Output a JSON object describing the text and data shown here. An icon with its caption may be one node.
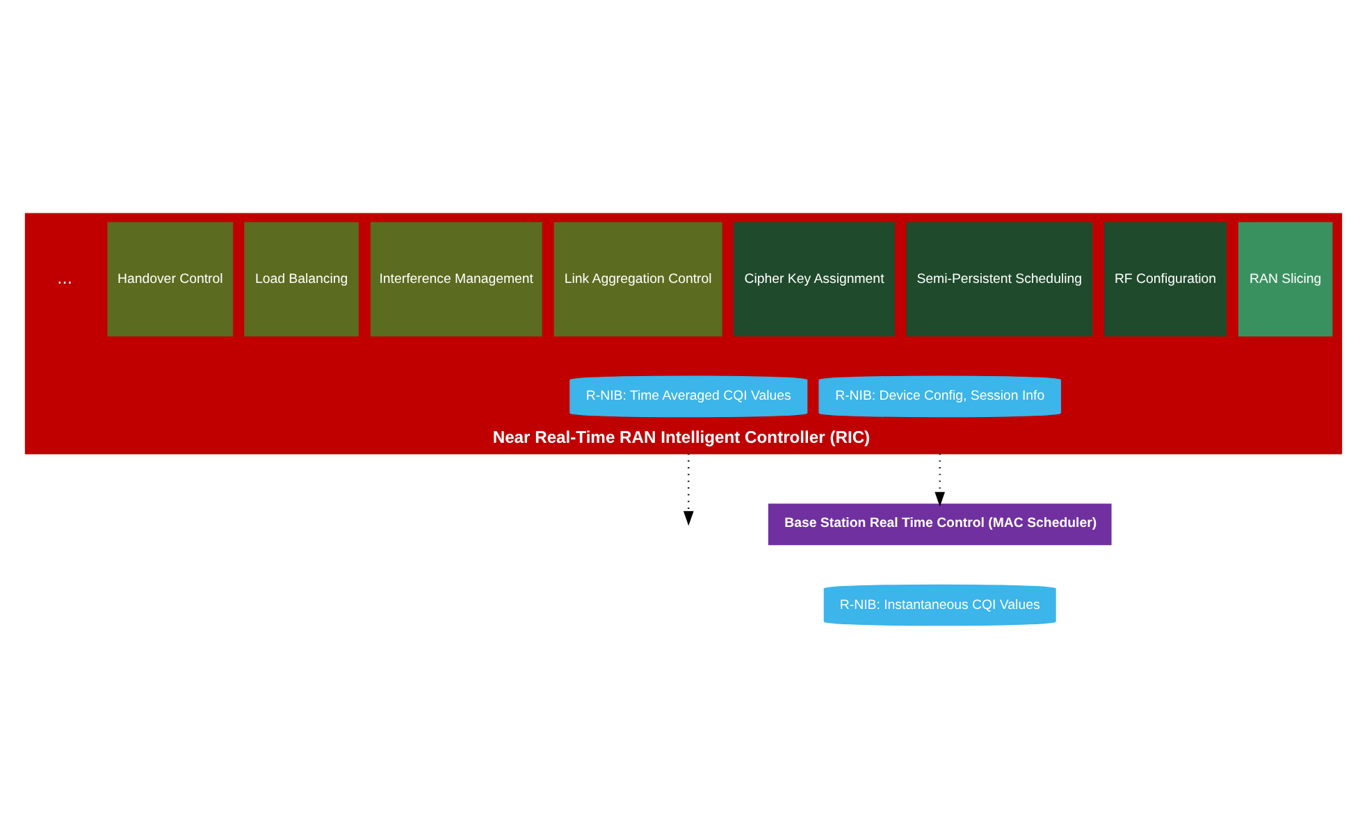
{
  "diagram": {
    "nodes": [
      {
        "text": [
          "Near Real-Time RAN Intelligent Controller (RIC)"
        ]
      },
      {
        "text": [
          "Handover Control"
        ],
        "in": 0
      },
      {
        "text": [
          "Load Balancing"
        ],
        "in": 0
      },
      {
        "text": [
          "Interference Management"
        ],
        "in": 0
      },
      {
        "text": [
          "Link Aggregation Control"
        ],
        "in": 0
      },
      {
        "text": [
          "Cipher Key Assignment"
        ],
        "in": 0
      },
      {
        "text": [
          "Semi-Persistent Scheduling"
        ],
        "in": 0
      },
      {
        "text": [
          "RF Configuration"
        ],
        "in": 0
      },
      {
        "text": [
          "RAN Slicing"
        ],
        "in": 0
      },
      {
        "text": [
          "R-NIB: Time Averaged CQI Values"
        ],
        "in": 0
      },
      {
        "text": [
          "R-NIB: Device Config, Session Info"
        ],
        "in": 0
      },
      {
        "text": [
          "Base Station Real Time Control (MAC Scheduler)"
        ]
      },
      {
        "text": [
          "R-NIB: Instantaneous CQI Values"
        ]
      }
    ],
    "edges": [
      {
        "from": 0,
        "to": null,
        "arrow": "to",
        "style": "dashed"
      },
      {
        "from": 0,
        "to": 11,
        "arrow": "to",
        "style": "dashed"
      }
    ],
    "labels": [
      "..."
    ]
  }
}
